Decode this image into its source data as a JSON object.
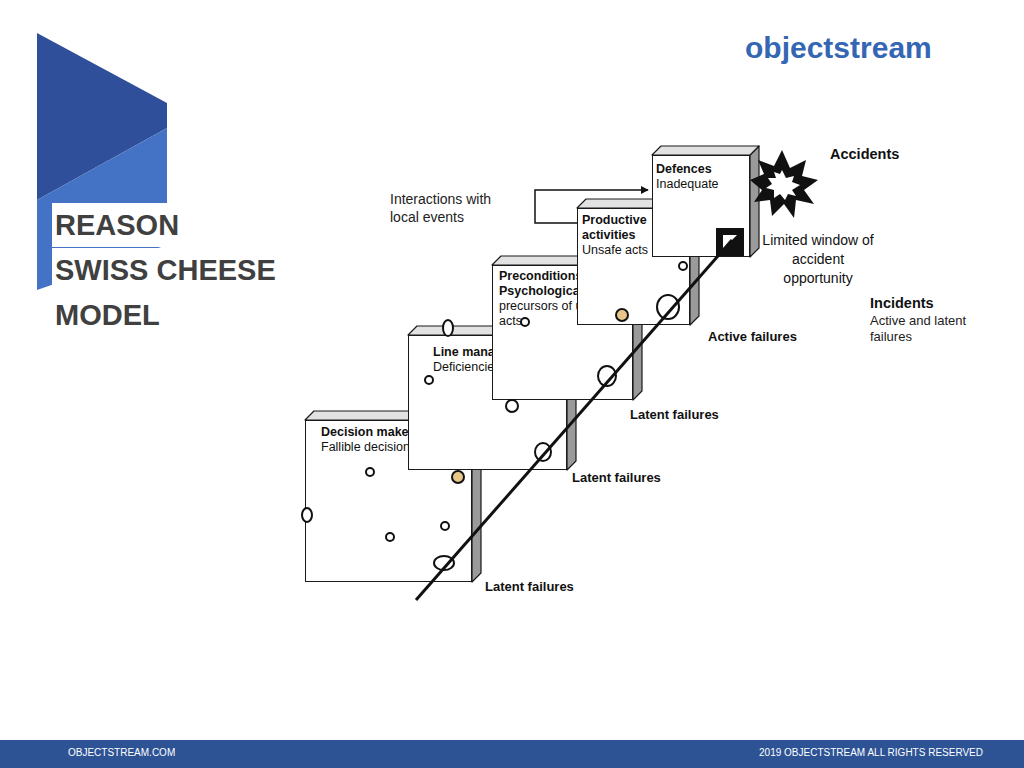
{
  "diagram": {
    "title": "REASON SWISS CHEESE MODEL",
    "nodes": [
      {
        "text": [
          "Decision makers",
          "Fallible decisions"
        ]
      },
      {
        "text": [
          "Line management",
          "Deficiencies"
        ]
      },
      {
        "text": [
          "Preconditions Psychological",
          "precursors of unsafe acts"
        ]
      },
      {
        "text": [
          "Productive activities",
          "Unsafe acts"
        ]
      },
      {
        "text": [
          "Defences",
          "Inadequate"
        ]
      }
    ],
    "edges": [
      {
        "from": 3,
        "to": 4,
        "arrow": "to"
      }
    ],
    "labels": [
      "objectstream",
      "Interactions with local events",
      "Accidents",
      "Limited window of accident opportunity",
      "Incidents",
      "Active and latent failures",
      "Active failures",
      "Latent failures",
      "Latent failures",
      "Latent failures",
      "OBJECTSTREAM.COM",
      "2019 OBJECTSTREAM ALL RIGHTS RESERVED"
    ]
  }
}
